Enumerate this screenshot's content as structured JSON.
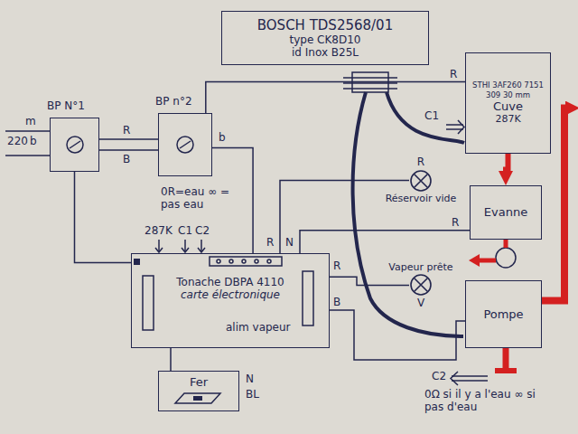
{
  "diagram": {
    "nodes": [
      {
        "text": [
          "BOSCH TDS2568/01",
          "type CK8D10",
          "id Inox B25L"
        ]
      },
      {
        "text": [
          "BP N°1"
        ]
      },
      {
        "text": [
          "BP n°2"
        ]
      },
      {
        "text": [
          "STHI 3AF260 7151 309 30 mm",
          "Cuve",
          "287K"
        ]
      },
      {
        "text": [
          "R",
          "Réservoir vide"
        ]
      },
      {
        "text": [
          "Evanne"
        ]
      },
      {
        "text": [
          "Tonache DBPA 4110",
          "carte électronique"
        ]
      },
      {
        "text": [
          "Vapeur prête",
          "V"
        ]
      },
      {
        "text": [
          "Pompe"
        ]
      },
      {
        "text": [
          "Fer"
        ]
      }
    ],
    "edges": [
      {
        "from": 1,
        "to": 2,
        "arrow": "none"
      },
      {
        "from": 1,
        "to": 2,
        "arrow": "none"
      },
      {
        "from": 2,
        "to": 6,
        "arrow": "none"
      },
      {
        "from": 2,
        "to": 3,
        "arrow": "none"
      },
      {
        "from": 1,
        "to": 6,
        "arrow": "none"
      },
      {
        "from": 6,
        "to": 9,
        "arrow": "none"
      },
      {
        "from": 6,
        "to": 4,
        "arrow": "none"
      },
      {
        "from": 6,
        "to": 5,
        "arrow": "none"
      },
      {
        "from": 6,
        "to": 7,
        "arrow": "none"
      },
      {
        "from": 6,
        "to": 8,
        "arrow": "none"
      },
      {
        "from": 3,
        "to": 5,
        "arrow": "to"
      },
      {
        "from": 8,
        "to": 3,
        "arrow": "to"
      }
    ],
    "labels": [
      "m",
      "220",
      "b",
      "R",
      "B",
      "b",
      "R",
      "C1",
      "287K",
      "C1",
      "C2",
      "0R=eau ∞ = pas eau",
      "R",
      "N",
      "alim vapeur",
      "R",
      "B",
      "R",
      "N",
      "BL",
      "C2",
      "0Ω si il y a l'eau ∞ si pas d'eau"
    ]
  }
}
